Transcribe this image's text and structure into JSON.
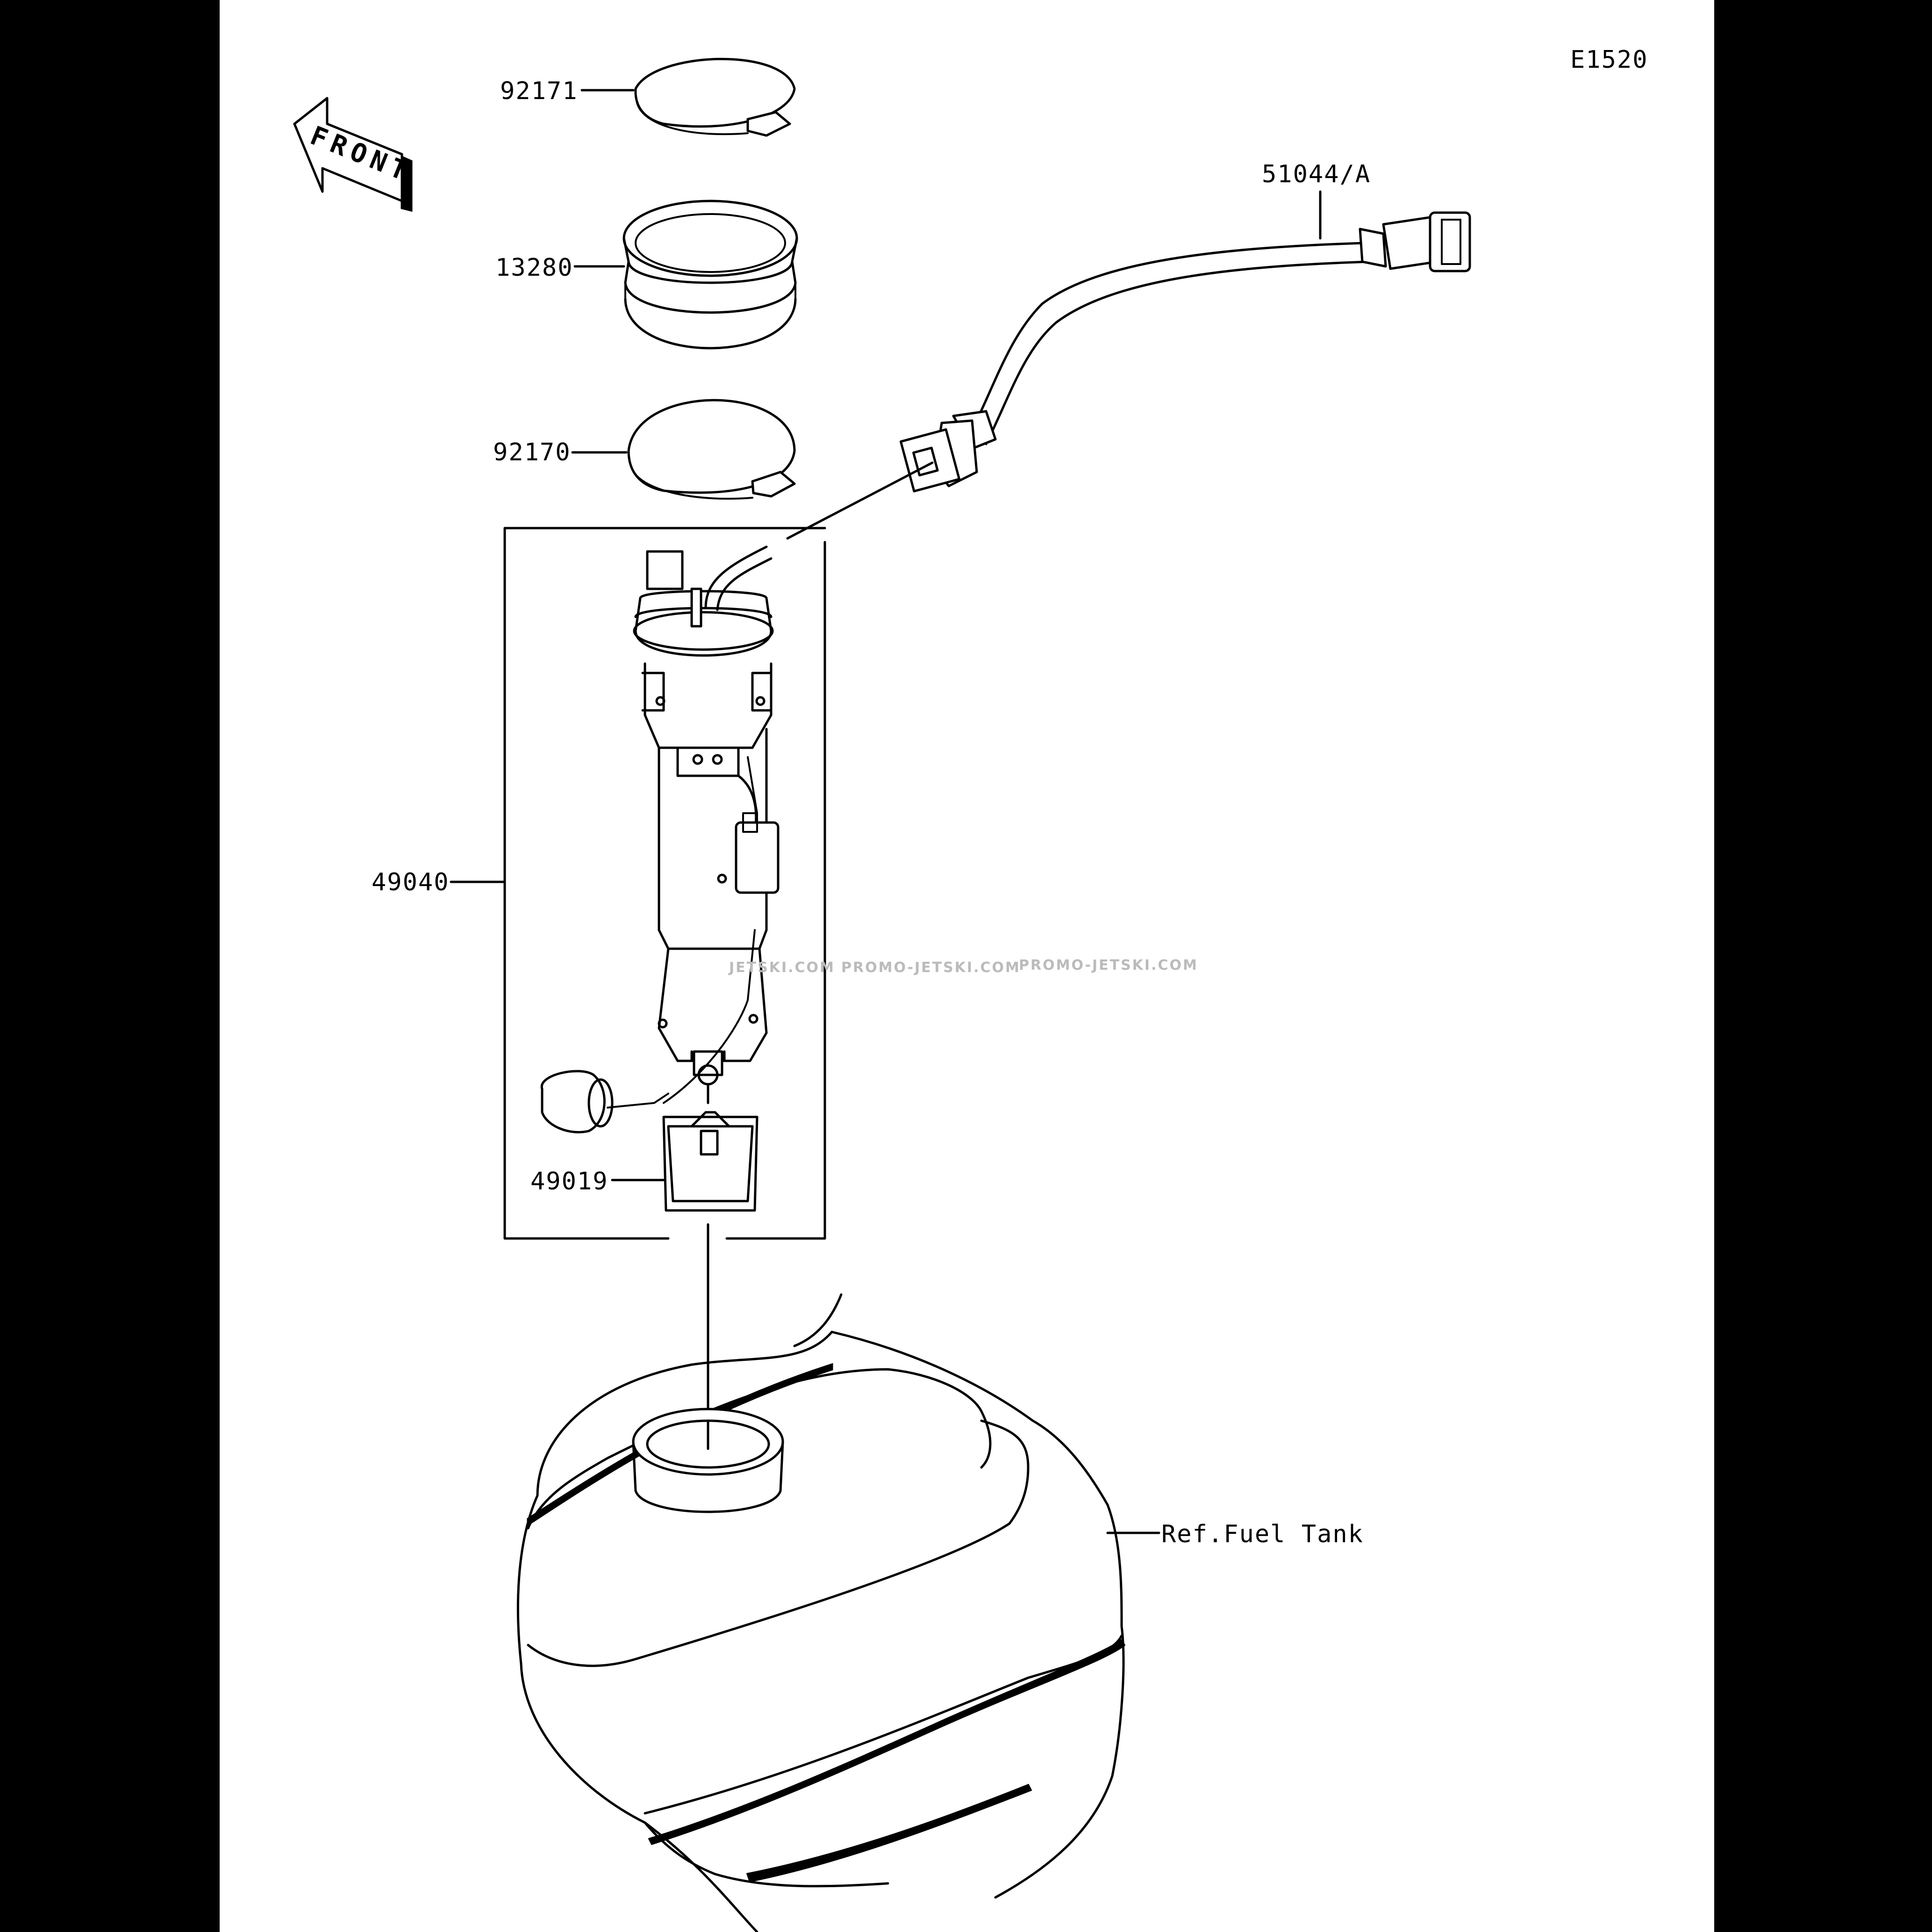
{
  "diagram_id": "E1520",
  "front_label": "FRONT",
  "parts": {
    "p92171": "92171",
    "p13280": "13280",
    "p92170": "92170",
    "p51044": "51044/A",
    "p49040": "49040",
    "p49019": "49019",
    "ref_tank": "Ref.Fuel Tank"
  },
  "watermark": {
    "w1": "JETSKI.COM",
    "w2": "PROMO-JETSKI.COM",
    "w3": "PROMO-JETSKI.COM"
  }
}
